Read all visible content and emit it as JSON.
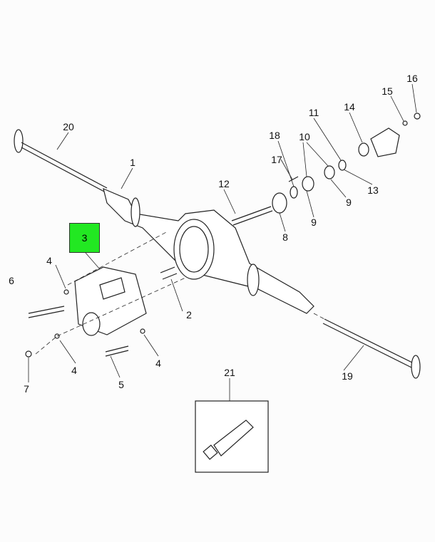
{
  "diagram": {
    "highlight_color": "#22e822",
    "highlighted_callout": "3",
    "callouts": [
      {
        "id": "c20",
        "label": "20"
      },
      {
        "id": "c1",
        "label": "1"
      },
      {
        "id": "c18",
        "label": "18"
      },
      {
        "id": "c10",
        "label": "10"
      },
      {
        "id": "c11",
        "label": "11"
      },
      {
        "id": "c14",
        "label": "14"
      },
      {
        "id": "c15",
        "label": "15"
      },
      {
        "id": "c16",
        "label": "16"
      },
      {
        "id": "c17",
        "label": "17"
      },
      {
        "id": "c12",
        "label": "12"
      },
      {
        "id": "c13",
        "label": "13"
      },
      {
        "id": "c9a",
        "label": "9"
      },
      {
        "id": "c9b",
        "label": "9"
      },
      {
        "id": "c8",
        "label": "8"
      },
      {
        "id": "c4a",
        "label": "4"
      },
      {
        "id": "c6",
        "label": "6"
      },
      {
        "id": "c2",
        "label": "2"
      },
      {
        "id": "c4b",
        "label": "4"
      },
      {
        "id": "c4c",
        "label": "4"
      },
      {
        "id": "c7",
        "label": "7"
      },
      {
        "id": "c5",
        "label": "5"
      },
      {
        "id": "c19",
        "label": "19"
      },
      {
        "id": "c21",
        "label": "21"
      }
    ]
  }
}
